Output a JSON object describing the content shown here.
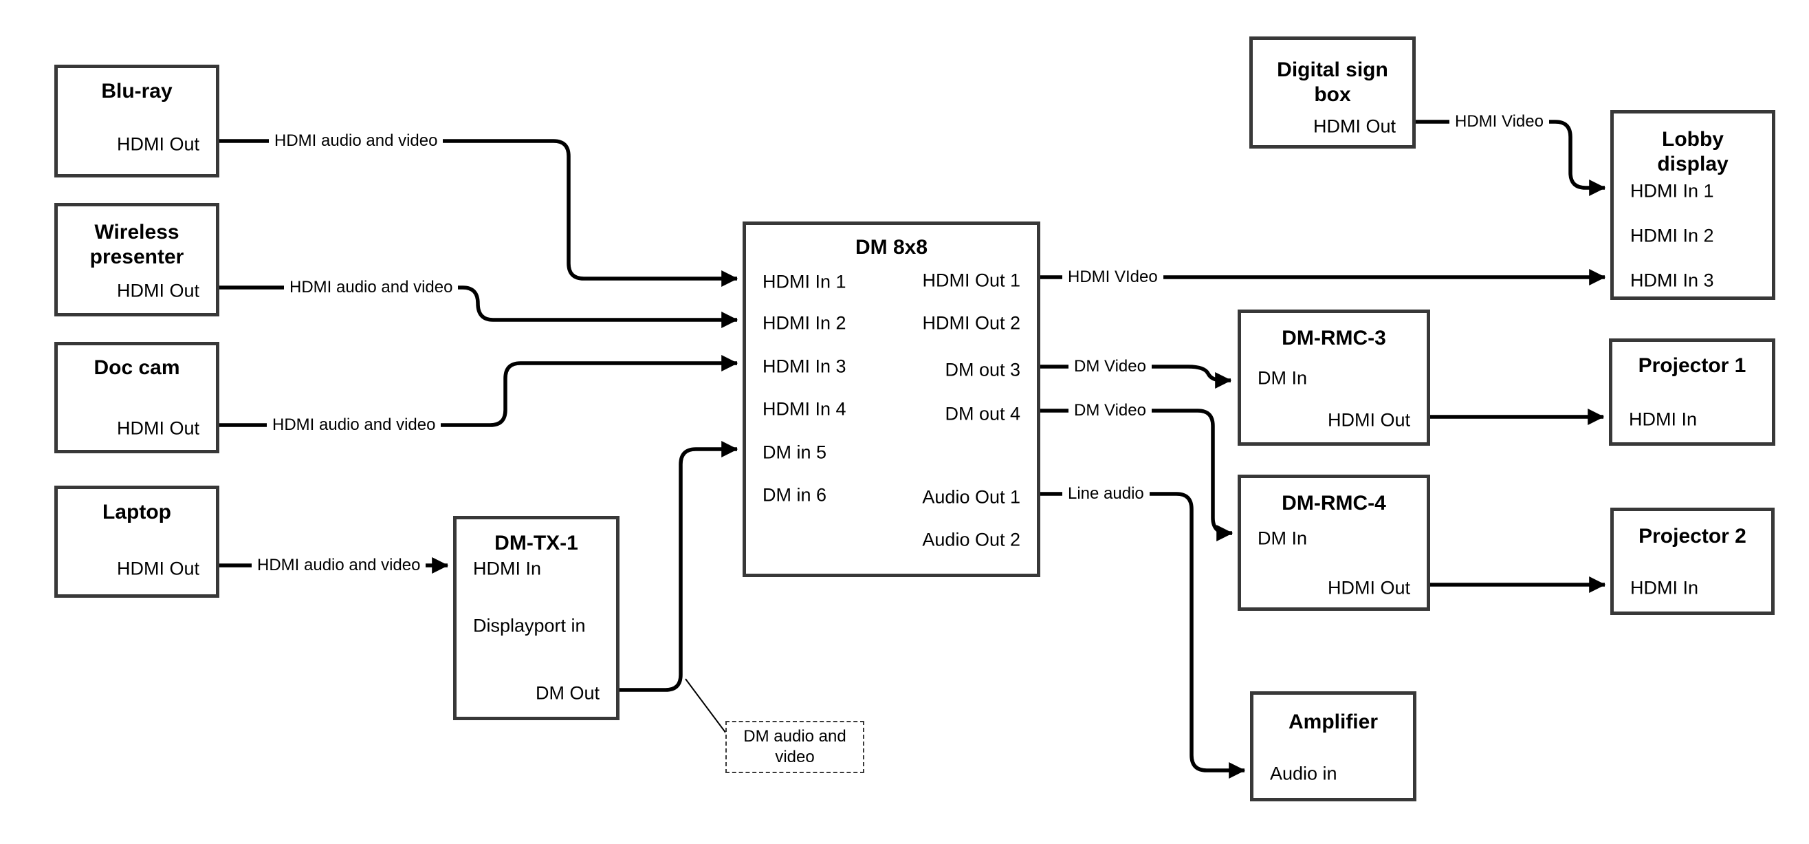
{
  "boxes": {
    "bluray": {
      "title": "Blu-ray",
      "ports": {
        "hdmi_out": "HDMI Out"
      }
    },
    "wireless_presenter": {
      "title": "Wireless presenter",
      "ports": {
        "hdmi_out": "HDMI Out"
      }
    },
    "doc_cam": {
      "title": "Doc cam",
      "ports": {
        "hdmi_out": "HDMI Out"
      }
    },
    "laptop": {
      "title": "Laptop",
      "ports": {
        "hdmi_out": "HDMI Out"
      }
    },
    "dm_tx_1": {
      "title": "DM-TX-1",
      "ports": {
        "hdmi_in": "HDMI In",
        "displayport_in": "Displayport in",
        "dm_out": "DM Out"
      }
    },
    "dm_8x8": {
      "title": "DM 8x8",
      "ports": {
        "hdmi_in_1": "HDMI In 1",
        "hdmi_in_2": "HDMI In 2",
        "hdmi_in_3": "HDMI In 3",
        "hdmi_in_4": "HDMI In 4",
        "dm_in_5": "DM in 5",
        "dm_in_6": "DM in 6",
        "hdmi_out_1": "HDMI Out 1",
        "hdmi_out_2": "HDMI Out 2",
        "dm_out_3": "DM out 3",
        "dm_out_4": "DM out 4",
        "audio_out_1": "Audio Out 1",
        "audio_out_2": "Audio Out 2"
      }
    },
    "digital_sign_box": {
      "title": "Digital sign box",
      "ports": {
        "hdmi_out": "HDMI Out"
      }
    },
    "lobby_display": {
      "title": "Lobby display",
      "ports": {
        "hdmi_in_1": "HDMI In 1",
        "hdmi_in_2": "HDMI In 2",
        "hdmi_in_3": "HDMI In 3"
      }
    },
    "dm_rmc_3": {
      "title": "DM-RMC-3",
      "ports": {
        "dm_in": "DM In",
        "hdmi_out": "HDMI Out"
      }
    },
    "projector_1": {
      "title": "Projector 1",
      "ports": {
        "hdmi_in": "HDMI In"
      }
    },
    "dm_rmc_4": {
      "title": "DM-RMC-4",
      "ports": {
        "dm_in": "DM In",
        "hdmi_out": "HDMI Out"
      }
    },
    "projector_2": {
      "title": "Projector 2",
      "ports": {
        "hdmi_in": "HDMI In"
      }
    },
    "amplifier": {
      "title": "Amplifier",
      "ports": {
        "audio_in": "Audio in"
      }
    }
  },
  "connection_labels": {
    "bluray_to_dm8x8": "HDMI audio and video",
    "wireless_to_dm8x8": "HDMI audio and video",
    "doc_cam_to_dm8x8": "HDMI audio and video",
    "laptop_to_dm_tx_1": "HDMI audio and video",
    "hdmi_out_1_to_lobby": "HDMI VIdeo",
    "dm_out_3_to_rmc3": "DM Video",
    "dm_out_4_to_rmc4": "DM Video",
    "audio_out_1_to_amp": "Line audio",
    "sign_to_lobby": "HDMI Video"
  },
  "callout": {
    "text": "DM audio and video"
  },
  "colors": {
    "line": "#000000",
    "box_border": "#383838",
    "background": "#ffffff",
    "text": "#000000"
  }
}
